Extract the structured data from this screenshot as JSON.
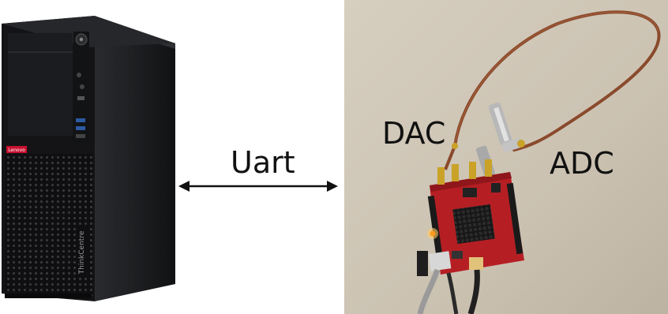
{
  "labels": {
    "link": "Uart",
    "dac": "DAC",
    "adc": "ADC"
  },
  "pc": {
    "brand_badge": "Lenovo",
    "model_text": "ThinkCentre"
  },
  "colors": {
    "tower": "#141416",
    "tower_side": "#1f2022",
    "brand_red": "#c8102e",
    "board_red": "#b51f24",
    "photo_bg": "#cfc6b6",
    "cable": "#8a4a2c",
    "arrow": "#111111"
  },
  "icons": {
    "arrow": "double-headed-arrow-icon",
    "power": "power-button-icon",
    "usb": "usb-port-icon",
    "led": "status-led-icon"
  }
}
